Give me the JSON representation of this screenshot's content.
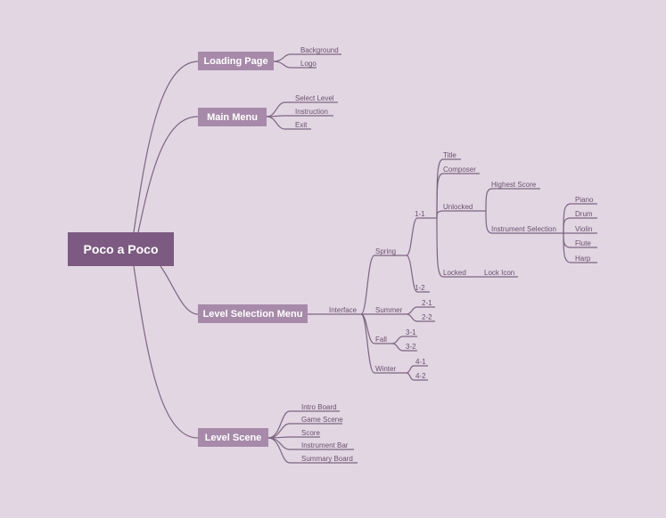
{
  "root": {
    "label": "Poco a Poco"
  },
  "loading_page": {
    "label": "Loading Page",
    "children": [
      "Background",
      "Logo"
    ]
  },
  "main_menu": {
    "label": "Main Menu",
    "children": [
      "Select Level",
      "Instruction",
      "Exit"
    ]
  },
  "level_selection_menu": {
    "label": "Level Selection Menu",
    "interface": "Interface",
    "spring": {
      "label": "Spring",
      "level_1_1": {
        "label": "1-1",
        "title": "Title",
        "composer": "Composer",
        "unlocked": {
          "label": "Unlocked",
          "highest_score": "Highest Score",
          "instrument_selection": {
            "label": "Instrument Selection",
            "instruments": [
              "Piano",
              "Drum",
              "Violin",
              "Flute",
              "Harp"
            ]
          }
        },
        "locked": {
          "label": "Locked",
          "lock_icon": "Lock Icon"
        }
      },
      "level_1_2": "1-2"
    },
    "summer": {
      "label": "Summer",
      "levels": [
        "2-1",
        "2-2"
      ]
    },
    "fall": {
      "label": "Fall",
      "levels": [
        "3-1",
        "3-2"
      ]
    },
    "winter": {
      "label": "Winter",
      "levels": [
        "4-1",
        "4-2"
      ]
    }
  },
  "level_scene": {
    "label": "Level Scene",
    "children": [
      "Intro Board",
      "Game Scene",
      "Score",
      "Instrument Bar",
      "Summary Board"
    ]
  },
  "colors": {
    "background": "#e2d6e3",
    "root_fill": "#7c5a81",
    "branch_fill": "#a78aa9",
    "line": "#7d6580",
    "text": "#6a506d"
  }
}
